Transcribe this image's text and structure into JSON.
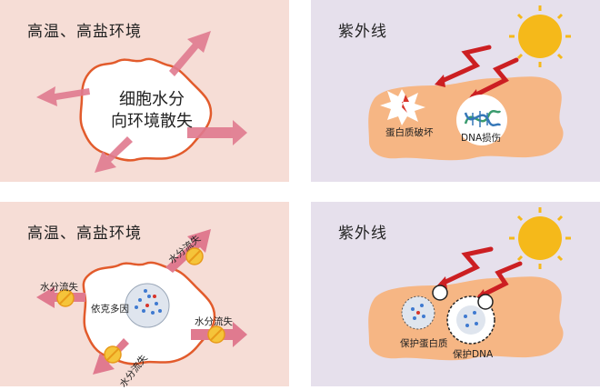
{
  "panels": {
    "top_left": {
      "title": "高温、高盐环境",
      "cell_label_line1": "细胞水分",
      "cell_label_line2": "向环境散失"
    },
    "top_right": {
      "title": "紫外线",
      "protein_label": "蛋白质破坏",
      "dna_label": "DNA损伤"
    },
    "bottom_left": {
      "title": "高温、高盐环境",
      "center_label": "依克多因",
      "water_loss_label": "水分流失"
    },
    "bottom_right": {
      "title": "紫外线",
      "protect_protein_label": "保护蛋白质",
      "protect_dna_label": "保护DNA"
    }
  },
  "colors": {
    "panel_pink": "#f6ddd6",
    "panel_lavender": "#e6e0ec",
    "cell_orange": "#f6b684",
    "cell_outline": "#e25b2c",
    "arrow_pink": "#e07a8f",
    "uv_red": "#cc1f22",
    "sun_yellow": "#f5b91a"
  }
}
